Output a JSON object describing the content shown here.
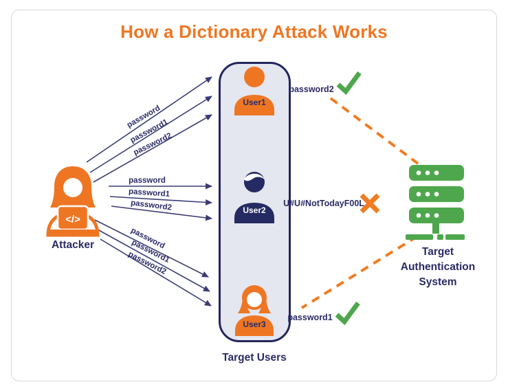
{
  "title": "How a Dictionary Attack Works",
  "attacker": {
    "label": "Attacker",
    "icon": "attacker-hacker-laptop-icon",
    "laptop_glyph": "</>"
  },
  "attempts": {
    "top": [
      "password",
      "password1",
      "password2"
    ],
    "middle": [
      "password",
      "password1",
      "password2"
    ],
    "bottom": [
      "password",
      "password1",
      "password2"
    ]
  },
  "target_users": {
    "label": "Target Users",
    "users": [
      {
        "name": "User1",
        "icon": "user-female-icon"
      },
      {
        "name": "User2",
        "icon": "user-male-icon"
      },
      {
        "name": "User3",
        "icon": "user-female-icon"
      }
    ]
  },
  "results": [
    {
      "password": "password2",
      "outcome": "success",
      "icon": "check-icon"
    },
    {
      "password": "U#U#NotTodayF00L",
      "outcome": "failure",
      "icon": "x-icon"
    },
    {
      "password": "password1",
      "outcome": "success",
      "icon": "check-icon"
    }
  ],
  "auth_system": {
    "label": "Target Authentication System",
    "lines": [
      "Target",
      "Authentication",
      "System"
    ],
    "icon": "server-stack-icon"
  },
  "colors": {
    "orange": "#ee7623",
    "navy_text": "#2a2a66",
    "arrow_navy": "#3a3c74",
    "green": "#4fa74d",
    "box_fill": "#e4e6f0",
    "box_border": "#23255c"
  }
}
